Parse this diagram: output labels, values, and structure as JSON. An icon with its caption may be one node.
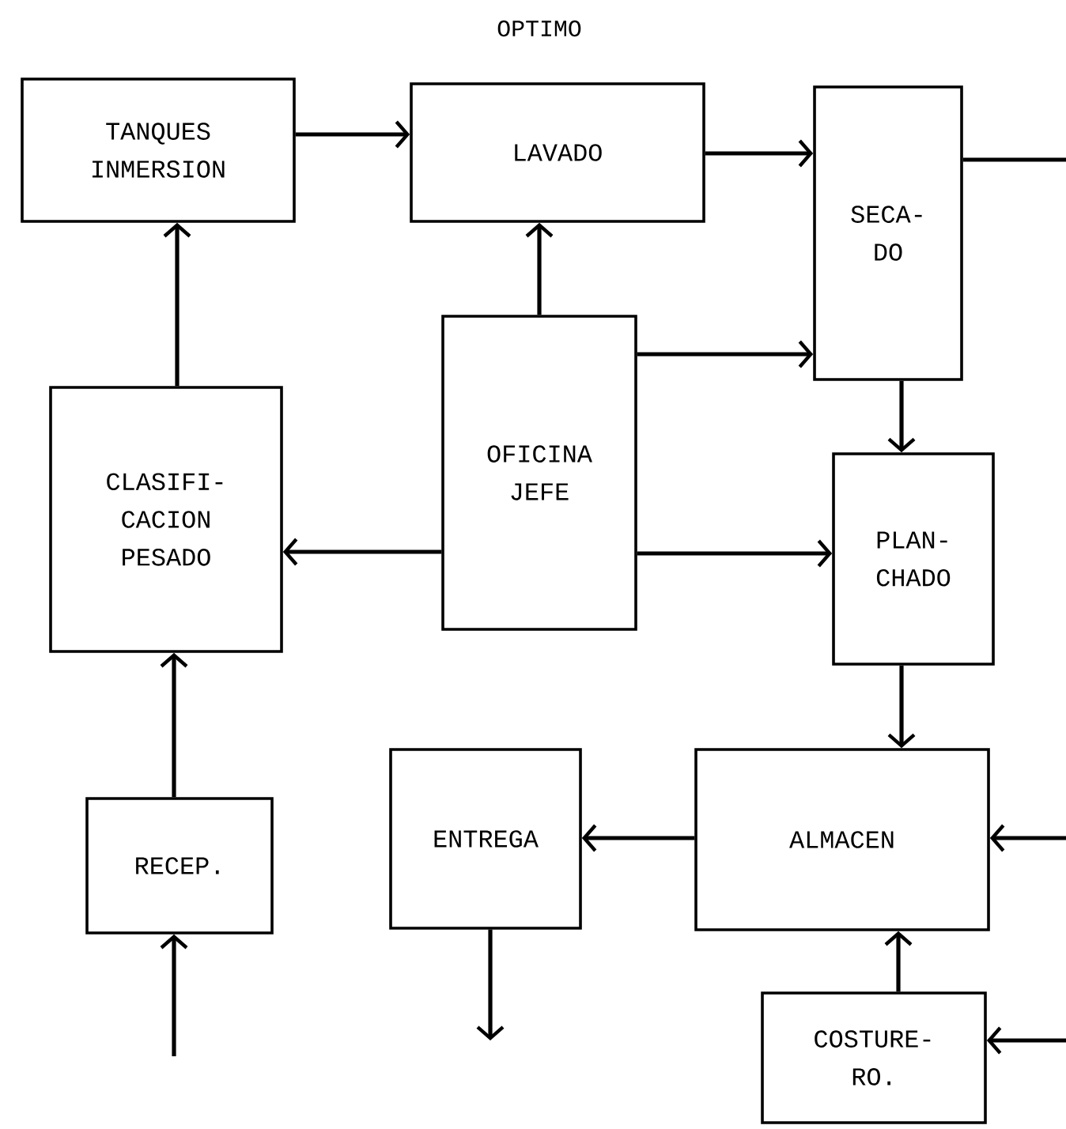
{
  "diagram": {
    "title": "OPTIMO",
    "nodes": [
      {
        "text": [
          "TANQUES INMERSION"
        ]
      },
      {
        "text": [
          "LAVADO"
        ]
      },
      {
        "text": [
          "SECA- DO"
        ]
      },
      {
        "text": [
          "OFICINA JEFE"
        ]
      },
      {
        "text": [
          "CLASIFI- CACION PESADO"
        ]
      },
      {
        "text": [
          "PLAN- CHADO"
        ]
      },
      {
        "text": [
          "RECEP."
        ]
      },
      {
        "text": [
          "ENTREGA"
        ]
      },
      {
        "text": [
          "ALMACEN"
        ]
      },
      {
        "text": [
          "COSTURE- RO."
        ]
      }
    ],
    "edges": [
      {
        "from": 0,
        "to": 1,
        "arrow": "to"
      },
      {
        "from": 1,
        "to": 2,
        "arrow": "to"
      },
      {
        "from": 2,
        "to": null,
        "arrow": "none"
      },
      {
        "from": 3,
        "to": 1,
        "arrow": "to"
      },
      {
        "from": 3,
        "to": 2,
        "arrow": "to"
      },
      {
        "from": 3,
        "to": 4,
        "arrow": "to"
      },
      {
        "from": 3,
        "to": 5,
        "arrow": "to"
      },
      {
        "from": 2,
        "to": 5,
        "arrow": "to"
      },
      {
        "from": 4,
        "to": 0,
        "arrow": "to"
      },
      {
        "from": 6,
        "to": 4,
        "arrow": "to"
      },
      {
        "from": null,
        "to": 6,
        "arrow": "to"
      },
      {
        "from": 5,
        "to": 8,
        "arrow": "to"
      },
      {
        "from": 8,
        "to": 7,
        "arrow": "to"
      },
      {
        "from": 7,
        "to": null,
        "arrow": "to"
      },
      {
        "from": null,
        "to": 8,
        "arrow": "to"
      },
      {
        "from": 9,
        "to": 8,
        "arrow": "to"
      },
      {
        "from": null,
        "to": 9,
        "arrow": "to"
      }
    ]
  }
}
